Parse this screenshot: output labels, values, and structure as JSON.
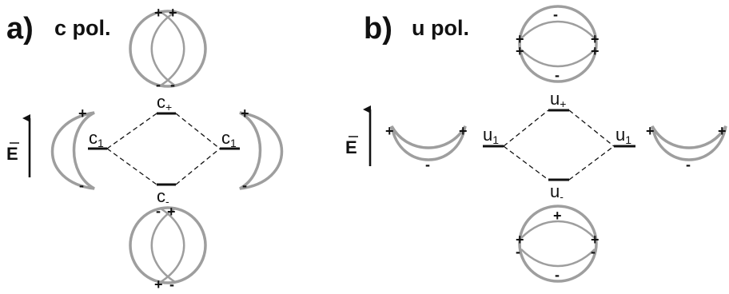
{
  "panels": {
    "a": {
      "letter": "a)",
      "title": "c pol.",
      "field_label": "E",
      "levels": {
        "left": {
          "main": "c",
          "sub": "1"
        },
        "right": {
          "main": "c",
          "sub": "1"
        },
        "top": {
          "main": "c",
          "sub": "+"
        },
        "bottom": {
          "main": "c",
          "sub": "-"
        }
      },
      "signs": {
        "top_orbital": [
          "+",
          "+",
          "-",
          "-"
        ],
        "bottom_orbital": [
          "-",
          "+",
          "+",
          "-"
        ],
        "left_crescent": [
          "+",
          "-"
        ],
        "right_crescent": [
          "+",
          "-"
        ]
      }
    },
    "b": {
      "letter": "b)",
      "title": "u pol.",
      "field_label": "E",
      "levels": {
        "left": {
          "main": "u",
          "sub": "1"
        },
        "right": {
          "main": "u",
          "sub": "1"
        },
        "top": {
          "main": "u",
          "sub": "+"
        },
        "bottom": {
          "main": "u",
          "sub": "-"
        }
      },
      "signs": {
        "top_orbital": [
          "-",
          "+",
          "+",
          "+",
          "+",
          "-"
        ],
        "bottom_orbital": [
          "+",
          "+",
          "-",
          "+",
          "-",
          "-"
        ],
        "left_cup": [
          "+",
          "+",
          "-"
        ],
        "right_cup": [
          "+",
          "+",
          "-"
        ]
      }
    }
  }
}
